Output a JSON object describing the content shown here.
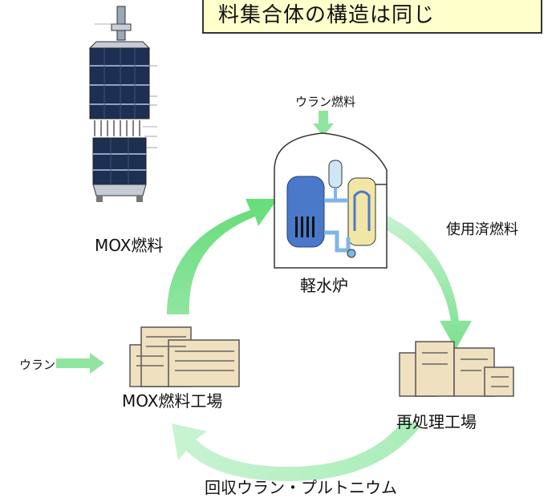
{
  "title_box": {
    "text": "料集合体の構造は同じ"
  },
  "cycle": {
    "reactor_label": "軽水炉",
    "reprocessing_label": "再処理工場",
    "mox_plant_label": "MOX燃料工場",
    "spent_fuel_label": "使用済燃料",
    "recovered_label": "回収ウラン・プルトニウム",
    "mox_fuel_label": "MOX燃料",
    "uranium_fuel_label": "ウラン燃料",
    "uranium_label": "ウラン"
  },
  "colors": {
    "arrow_green": "#7be08f",
    "arrow_green_light": "#c9f3d2",
    "building_fill": "#efe0bf",
    "building_stroke": "#555555",
    "reactor_blue": "#4a79c9",
    "water_blue": "#7fb6e8",
    "title_bg": "#ffffcc"
  }
}
